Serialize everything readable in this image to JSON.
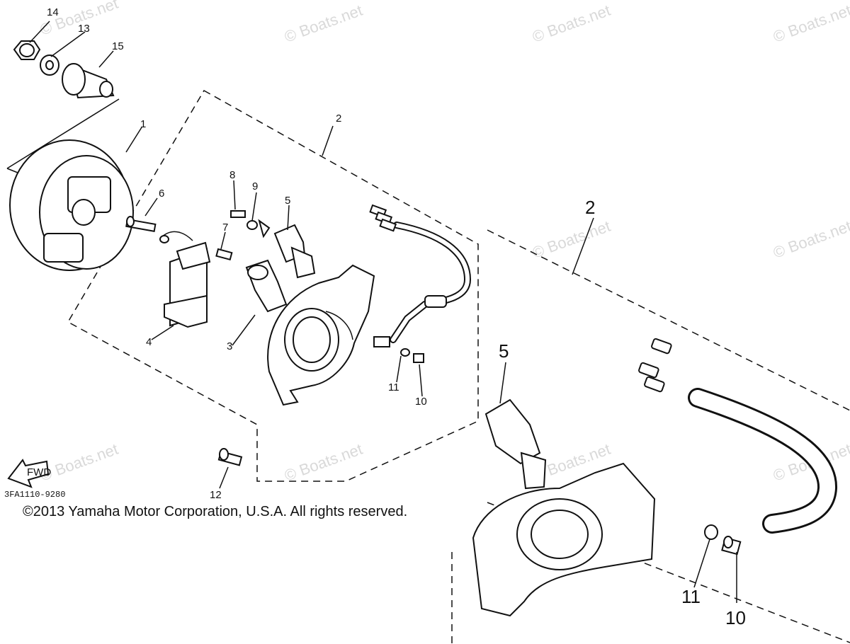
{
  "watermark": "© Boats.net",
  "callouts": {
    "c1": "1",
    "c2": "2",
    "c3": "3",
    "c4": "4",
    "c5": "5",
    "c6": "6",
    "c7": "7",
    "c8": "8",
    "c9": "9",
    "c10": "10",
    "c11": "11",
    "c12": "12",
    "c13": "13",
    "c14": "14",
    "c15": "15"
  },
  "detail_callouts": {
    "d2": "2",
    "d5": "5",
    "d10": "10",
    "d11": "11"
  },
  "fwd_label": "FWD",
  "catalog_code": "3FA1110-9280",
  "copyright": "©2013 Yamaha Motor Corporation, U.S.A. All rights reserved."
}
